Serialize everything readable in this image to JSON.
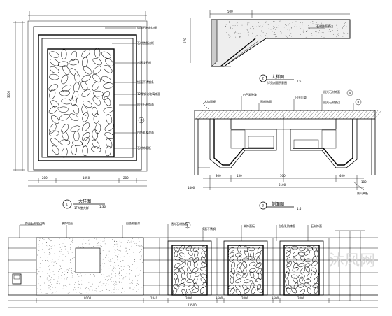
{
  "views": {
    "elevation_a": {
      "number": "1",
      "title": "大样图",
      "scale": "1:30",
      "sub": "1F大堂大样",
      "callouts": [
        "饰面石材收边线",
        "石材造型边框",
        "啡网纹石材",
        "镜面不锈钢条",
        "12厚钢化玻璃饰面",
        "透光石材饰面",
        "白色乳胶漆面",
        "石材饰面板"
      ],
      "dims_bottom": [
        "280",
        "1850",
        "280"
      ],
      "dim_side": "3000",
      "marker": "D"
    },
    "section_b": {
      "number": "2",
      "title": "大样图",
      "scale": "1:5",
      "sub": "详见剖面示意图",
      "callouts": [
        "石材饰面收边"
      ],
      "dims": [
        "500",
        "270"
      ]
    },
    "section_c": {
      "number": "3",
      "title": "剖面图",
      "scale": "1:5",
      "callouts": [
        "木饰面板",
        "白色乳胶漆",
        "石材饰面",
        "日光灯管",
        "透光石材饰面",
        "透光石材收边",
        "防火夹板"
      ],
      "dims": [
        "300",
        "150",
        "500",
        "3100",
        "400",
        "180"
      ],
      "markers": [
        "A",
        "B"
      ],
      "left_label": "1400"
    },
    "elevation_d": {
      "callouts": [
        "饰面石材收边线",
        "装饰墙面",
        "白色乳胶漆",
        "透光石材饰面",
        "镜面不锈钢",
        "木饰面板",
        "白色乳胶漆面",
        "石材饰面"
      ],
      "dims": [
        "8000",
        "1840",
        "2000",
        "1500",
        "2000",
        "1500",
        "2000"
      ],
      "total": "13500",
      "marker": "1"
    }
  },
  "watermark": "沐风网"
}
